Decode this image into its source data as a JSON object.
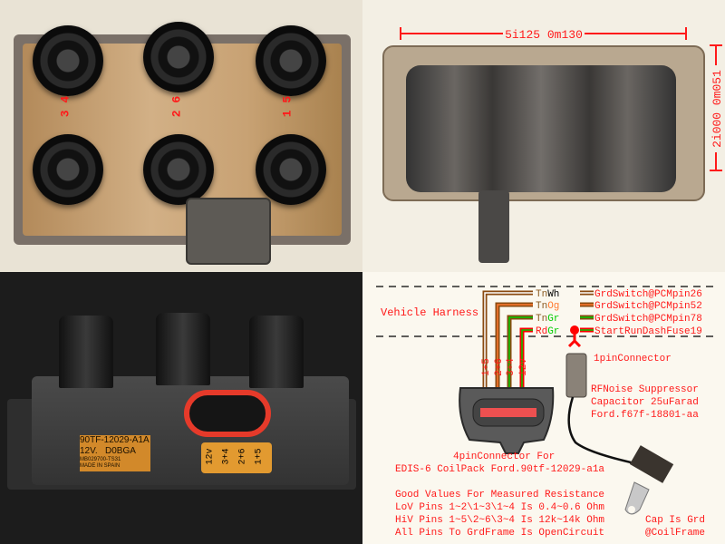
{
  "top_left_photo": {
    "tower_labels": [
      "3 4",
      "2 6",
      "1 5"
    ]
  },
  "top_right_photo": {
    "width_dimension": "5i125 0m130",
    "height_dimension": "2i000 0m051"
  },
  "bottom_left_photo": {
    "label_part_number": "90TF-12029-A1A",
    "label_rating": "12V.   D0BGA",
    "label_small_code": "MB029700-TS31",
    "label_origin": "MADE IN SPAIN",
    "pin_labels": [
      "12v",
      "3+4",
      "2+6",
      "1+5"
    ]
  },
  "diagram": {
    "harness_label": "Vehicle Harness",
    "wires": [
      {
        "code_a": "Tn",
        "code_b": "Wh",
        "destination": "GrdSwitch@PCMpin26",
        "color_a": "#8a4a10",
        "color_b": "#ffffff"
      },
      {
        "code_a": "Tn",
        "code_b": "Og",
        "destination": "GrdSwitch@PCMpin52",
        "color_a": "#8a4a10",
        "color_b": "#ff7a30"
      },
      {
        "code_a": "Tn",
        "code_b": "Gr",
        "destination": "GrdSwitch@PCMpin78",
        "color_a": "#8a4a10",
        "color_b": "#00cc00"
      },
      {
        "code_a": "Rd",
        "code_b": "Gr",
        "destination": "StartRunDashFuse19",
        "color_a": "#ff0000",
        "color_b": "#00cc00"
      }
    ],
    "pin_labels": [
      "1+5",
      "2+6",
      "3+4",
      "12v"
    ],
    "one_pin_connector": "1pinConnector",
    "capacitor_lines": [
      "RFNoise Suppressor",
      "Capacitor 25uFarad",
      "Ford.f67f-18801-aa"
    ],
    "connector_caption": [
      "4pinConnector For",
      "EDIS-6 CoilPack Ford.90tf-12029-a1a"
    ],
    "resistance_notes": [
      "Good Values For Measured Resistance",
      "LoV Pins 1~2\\1~3\\1~4 Is 0.4~0.6 Ohm",
      "HiV Pins 1~5\\2~6\\3~4 Is 12k~14k Ohm",
      "All Pins To GrdFrame Is OpenCircuit"
    ],
    "cap_ground_note": [
      "Cap Is Grd",
      "@CoilFrame"
    ]
  },
  "colors": {
    "annotation": "#ff1a1a",
    "wire_tan": "#8a4a10"
  }
}
